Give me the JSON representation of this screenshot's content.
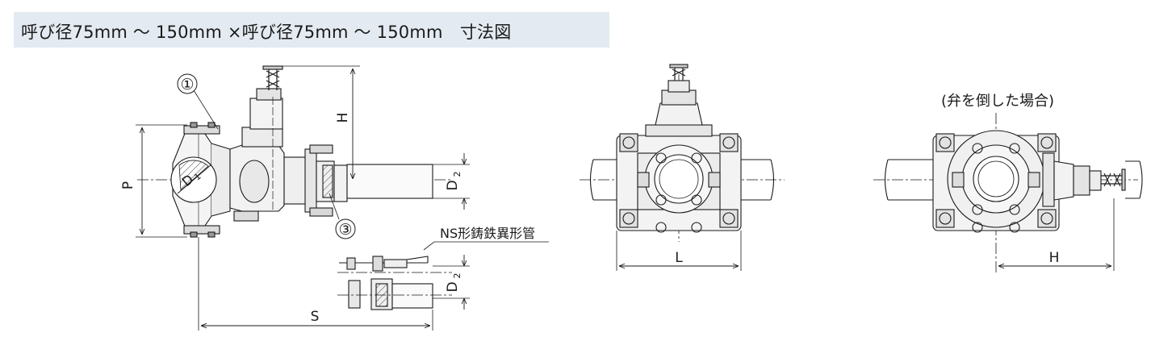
{
  "title": "呼び径75mm ～ 150mm ×呼び径75mm ～ 150mm　寸法図",
  "side_view": {
    "callout_1": "①",
    "callout_3": "③",
    "dim_P": "P",
    "dim_H": "H",
    "dim_D2_upper": "D",
    "dim_D2_upper_sub": "2",
    "dim_D2_lower": "D",
    "dim_D2_lower_sub": "2",
    "dim_S": "S",
    "inner_D": "D",
    "inner_D_sub": "1",
    "ns_pipe_label": "NS形鋳鉄異形管"
  },
  "front_view": {
    "dim_L": "L"
  },
  "tilted_view": {
    "caption": "(弁を倒した場合)",
    "dim_H": "H"
  }
}
